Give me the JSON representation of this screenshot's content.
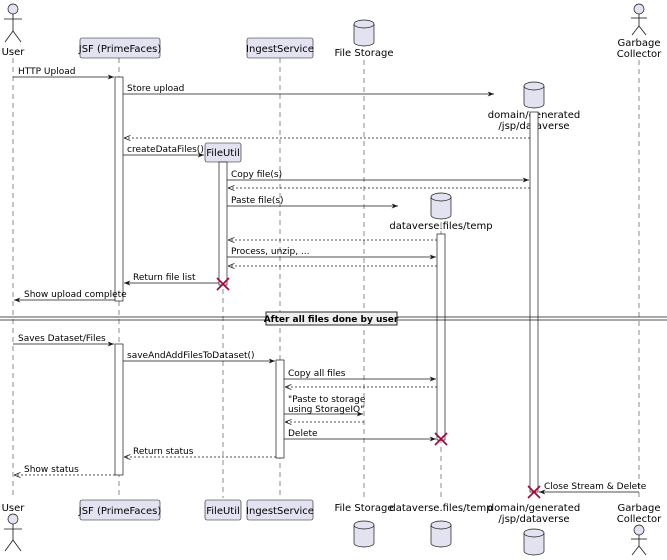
{
  "participants": {
    "user": "User",
    "jsf": "JSF (PrimeFaces)",
    "fileutil": "FileUtil",
    "ingest": "IngestService",
    "filestorage": "File Storage",
    "temp": "dataverse.files/temp",
    "generated_line1": "domain/generated",
    "generated_line2": "/jsp/dataverse",
    "gc_line1": "Garbage",
    "gc_line2": "Collector"
  },
  "messages": {
    "m1": "HTTP Upload",
    "m2": "Store upload",
    "m3": "createDataFiles()",
    "m4": "Copy file(s)",
    "m5": "Paste file(s)",
    "m6": "Process, unzip, ...",
    "m7": "Return file list",
    "m8": "Show upload complete",
    "m9": "Saves Dataset/Files",
    "m10": "saveAndAddFilesToDataset()",
    "m11": "Copy all files",
    "m12_line1": "\"Paste to storage",
    "m12_line2": "using StorageIO\"",
    "m13": "Delete",
    "m14": "Return status",
    "m15": "Show status",
    "m16": "Close Stream & Delete"
  },
  "divider": "After all files done by user"
}
